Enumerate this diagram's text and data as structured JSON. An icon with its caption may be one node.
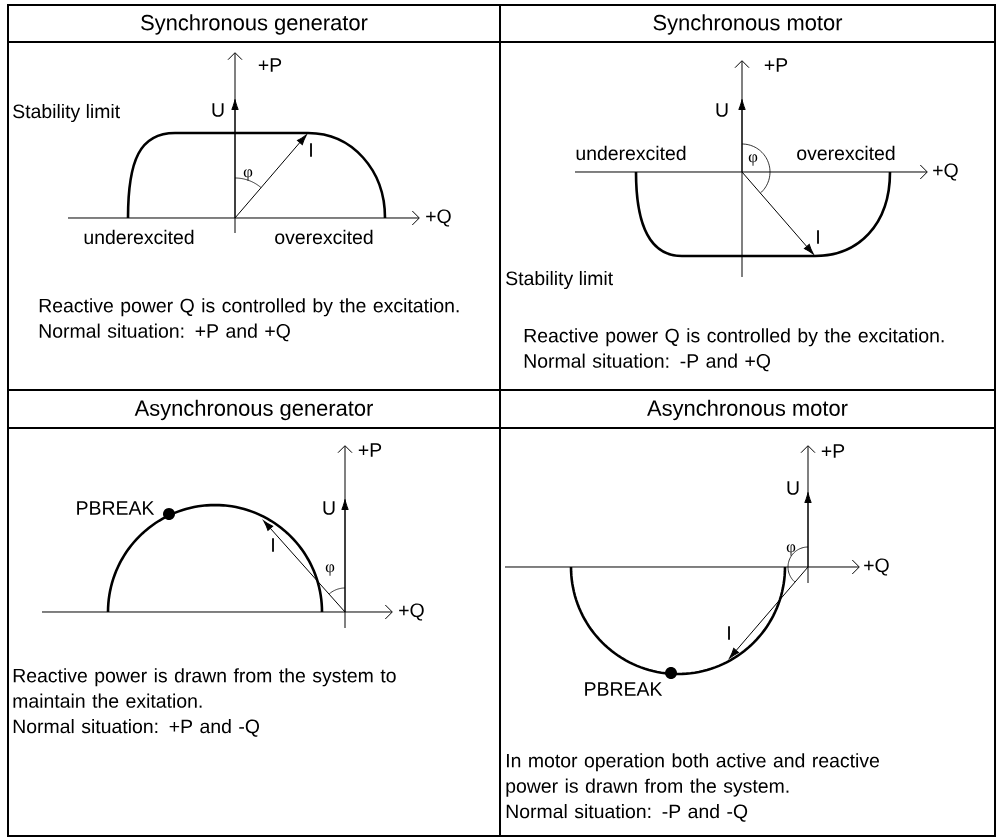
{
  "diagram": {
    "nodes": [
      {
        "text": [
          "Synchronous generator",
          "Reactive power Q is controlled by the excitation.",
          "Normal situation: +P and +Q"
        ]
      },
      {
        "text": [
          "Synchronous motor",
          "Reactive power Q is controlled by the excitation.",
          "Normal situation: -P and +Q"
        ]
      },
      {
        "text": [
          "Asynchronous generator",
          "Reactive power is drawn from the system to maintain the exitation.",
          "Normal situation: +P and -Q"
        ]
      },
      {
        "text": [
          "Asynchronous motor",
          "In motor operation both active and reactive power is drawn from the system.",
          "Normal situation: -P and -Q"
        ]
      }
    ],
    "labels": [
      "+P",
      "U",
      "Stability limit",
      "I",
      "φ",
      "+Q",
      "underexcited",
      "overexcited",
      "+P",
      "U",
      "underexcited",
      "φ",
      "overexcited",
      "+Q",
      "I",
      "Stability limit",
      "+P",
      "U",
      "PBREAK",
      "I",
      "φ",
      "+Q",
      "+P",
      "U",
      "φ",
      "+Q",
      "I",
      "PBREAK"
    ]
  }
}
